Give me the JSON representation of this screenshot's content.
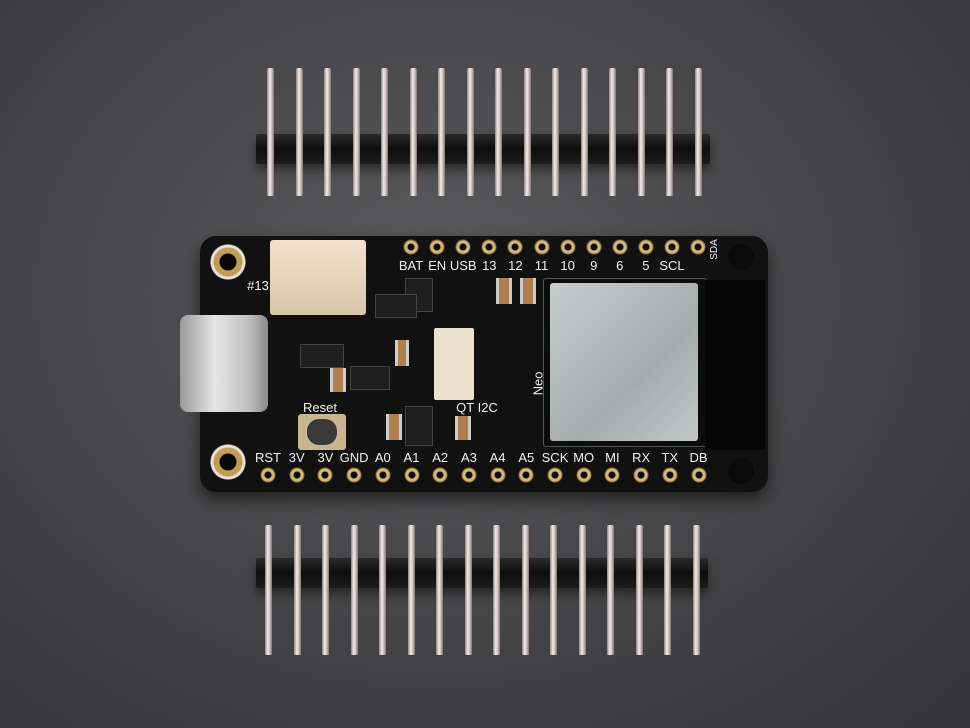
{
  "photo": {
    "top_header": {
      "pin_count": 16
    },
    "bottom_header": {
      "pin_count": 16
    },
    "board": {
      "top_pin_labels": [
        "BAT",
        "EN",
        "USB",
        "13",
        "12",
        "11",
        "10",
        "9",
        "6",
        "5",
        "SCL",
        "SDA"
      ],
      "bottom_pin_labels": [
        "RST",
        "3V",
        "3V",
        "GND",
        "A0",
        "A1",
        "A2",
        "A3",
        "A4",
        "A5",
        "SCK",
        "MO",
        "MI",
        "RX",
        "TX",
        "DB"
      ],
      "silkscreen": {
        "led_label": "#13",
        "button_label": "Reset",
        "stemma_label": "QT I2C",
        "neopixel_label": "Neo"
      }
    },
    "colors": {
      "background": "#454547",
      "pcb": "#111112",
      "gold": "#d8b878",
      "module_shield": "#b9bcbd"
    }
  }
}
